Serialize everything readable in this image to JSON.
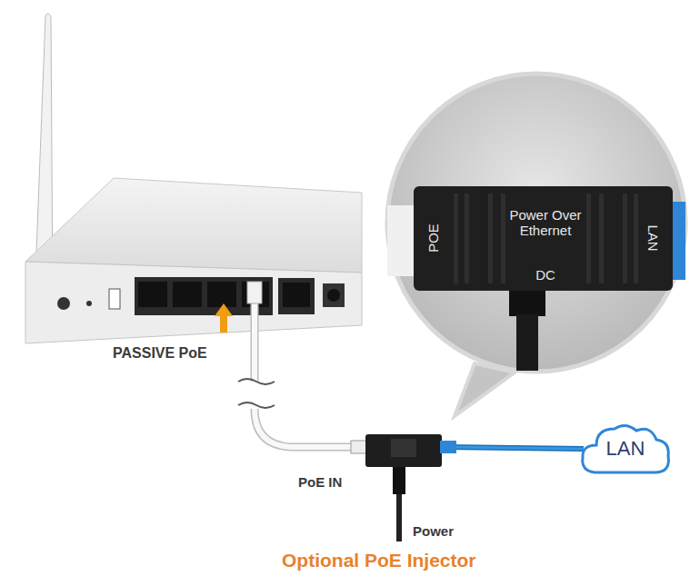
{
  "diagram": {
    "nodes": [
      {
        "text": [
          "POE",
          "Power Over Ethernet",
          "DC",
          "LAN"
        ]
      },
      {
        "text": [
          "LAN"
        ]
      }
    ],
    "labels": [
      "PASSIVE PoE",
      "PoE IN",
      "Power",
      "Optional PoE Injector"
    ]
  }
}
